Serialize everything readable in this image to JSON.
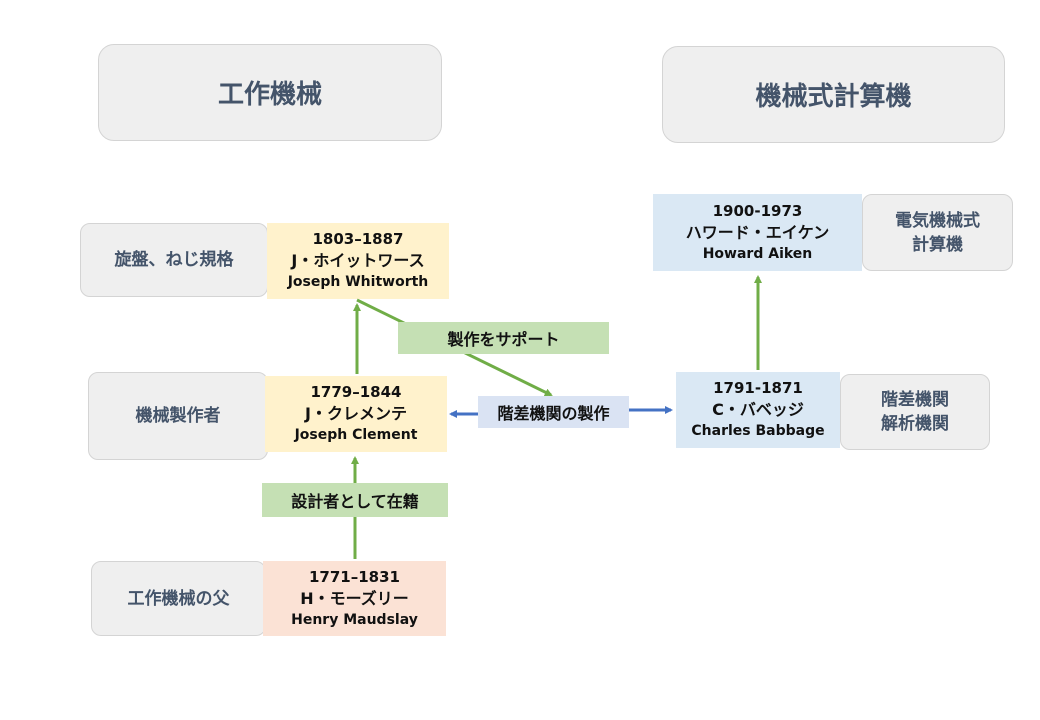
{
  "headers": {
    "machine_tools": "工作機械",
    "mechanical_calculators": "機械式計算機"
  },
  "categories": {
    "lathe_screw": "旋盤、ねじ規格",
    "machine_maker": "機械製作者",
    "father": "工作機械の父",
    "difference_engine": [
      "階差機関",
      "解析機関"
    ],
    "electromechanical": [
      "電気機械式",
      "計算機"
    ]
  },
  "people": {
    "whitworth": {
      "years": "1803–1887",
      "name_jp": "J・ホイットワース",
      "name_en": "Joseph Whitworth"
    },
    "clement": {
      "years": "1779–1844",
      "name_jp": "J・クレメンテ",
      "name_en": "Joseph Clement"
    },
    "maudslay": {
      "years": "1771–1831",
      "name_jp": "H・モーズリー",
      "name_en": "Henry Maudslay"
    },
    "babbage": {
      "years": "1791-1871",
      "name_jp": "C・バベッジ",
      "name_en": "Charles Babbage"
    },
    "aiken": {
      "years": "1900-1973",
      "name_jp": "ハワード・エイケン",
      "name_en": "Howard Aiken"
    }
  },
  "relations": {
    "support": "製作をサポート",
    "engine_build": "階差機関の製作",
    "designer": "設計者として在籍"
  },
  "colors": {
    "green_arrow": "#70ad47",
    "blue_arrow": "#4472c4",
    "yellow_fill": "#fff2cc",
    "blue_fill": "#dae8f4",
    "peach_fill": "#fbe2d5",
    "green_label": "#c5e0b4",
    "blue_label": "#dae3f3",
    "header_text": "#44546a"
  }
}
